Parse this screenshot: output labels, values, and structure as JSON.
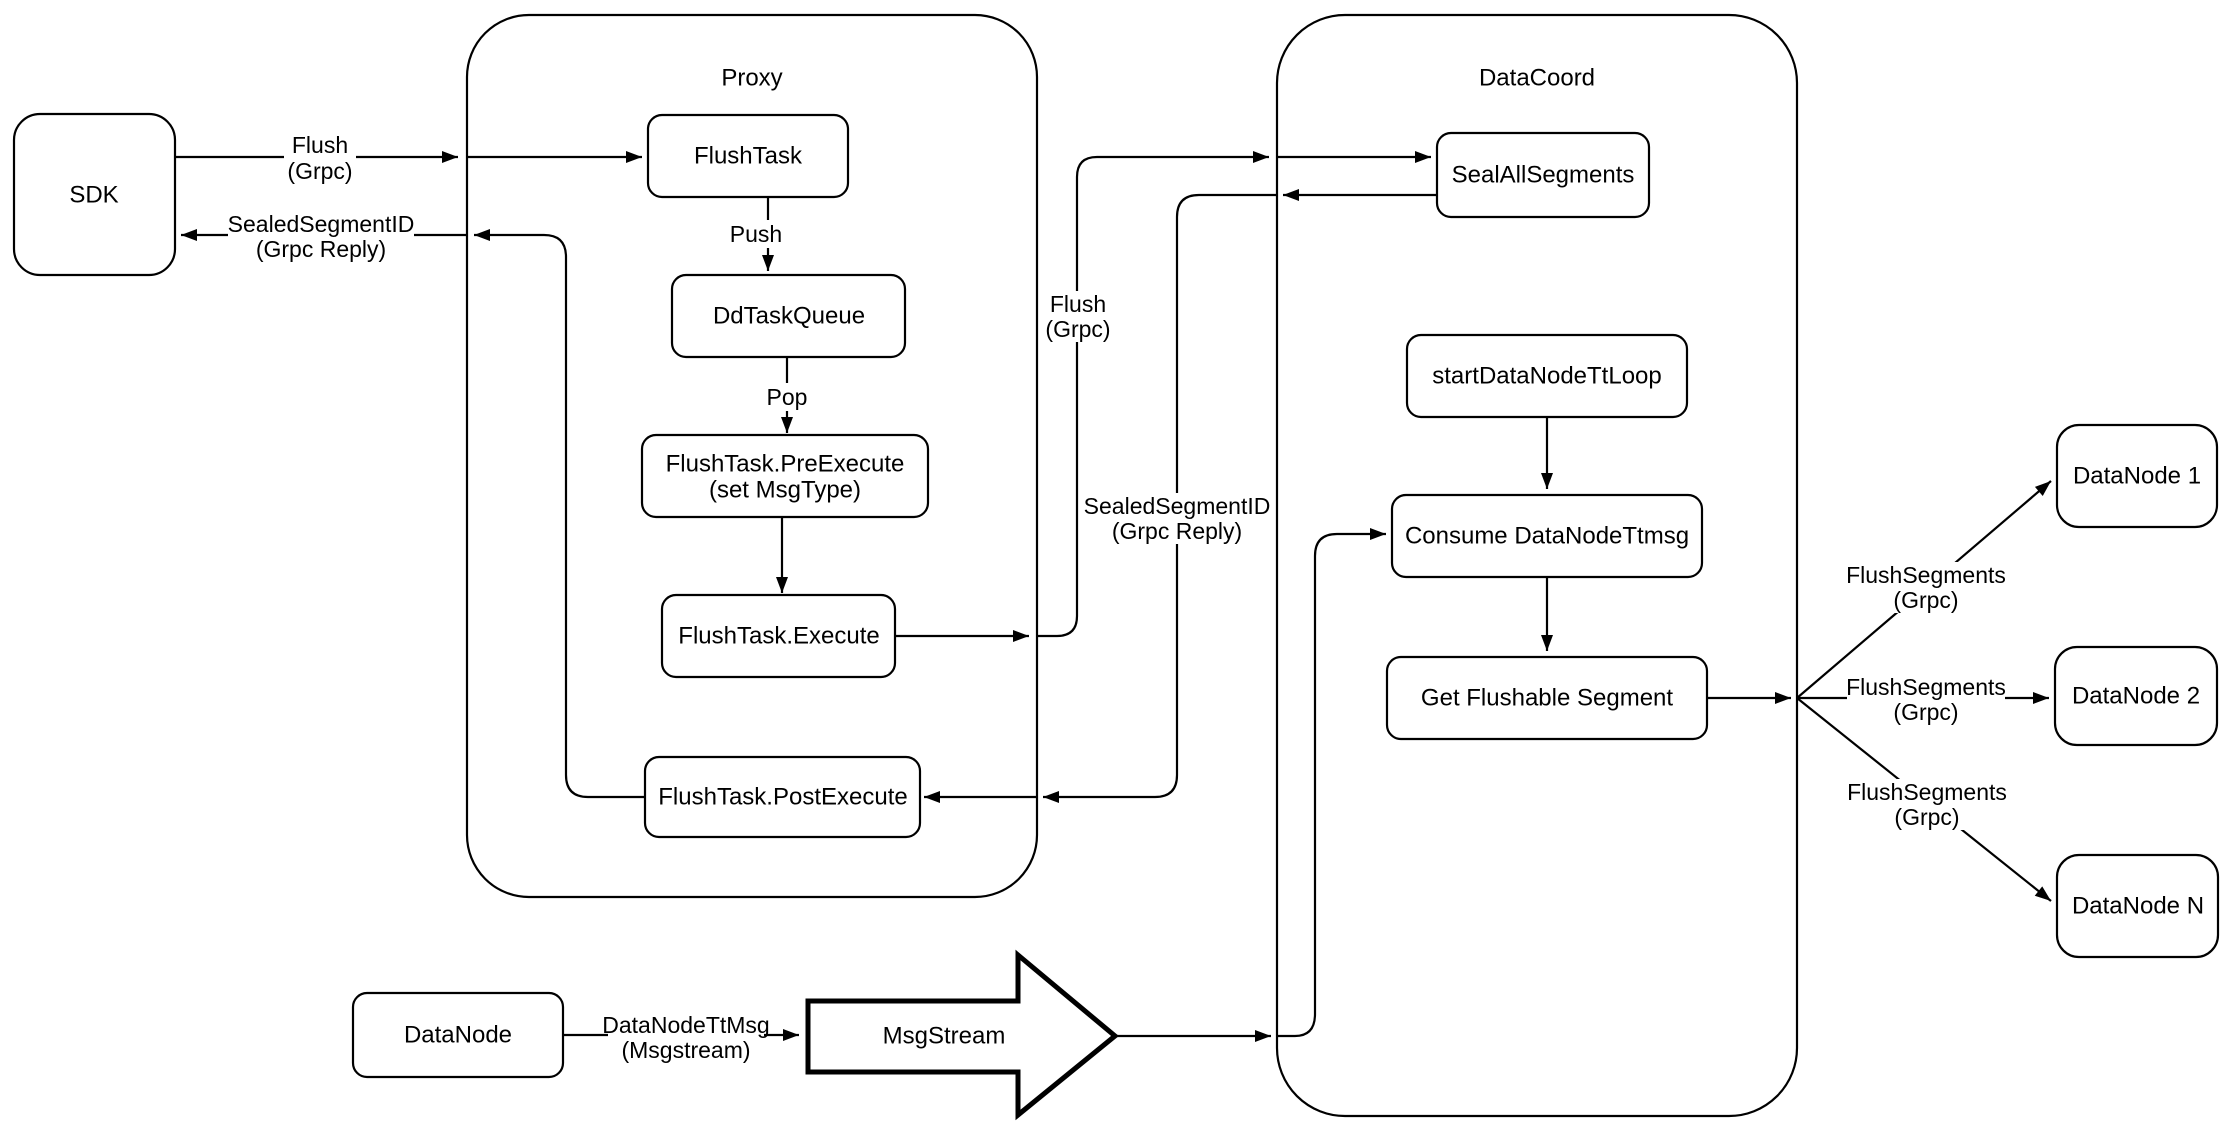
{
  "containers": {
    "proxy": {
      "title": "Proxy"
    },
    "datacoord": {
      "title": "DataCoord"
    }
  },
  "nodes": {
    "sdk": "SDK",
    "flush_task": "FlushTask",
    "dd_task_queue": "DdTaskQueue",
    "pre_execute": [
      "FlushTask.PreExecute",
      "(set MsgType)"
    ],
    "execute": "FlushTask.Execute",
    "post_execute": "FlushTask.PostExecute",
    "seal_all_segments": "SealAllSegments",
    "start_datanode_tt_loop": "startDataNodeTtLoop",
    "consume_datanode_ttmsg": "Consume DataNodeTtmsg",
    "get_flushable_segment": "Get Flushable Segment",
    "datanode_1": "DataNode 1",
    "datanode_2": "DataNode 2",
    "datanode_n": "DataNode N",
    "datanode": "DataNode",
    "msgstream": "MsgStream"
  },
  "edge_labels": {
    "flush_grpc_sdk": [
      "Flush",
      "(Grpc)"
    ],
    "sealed_segment_id_sdk": [
      "SealedSegmentID",
      "(Grpc Reply)"
    ],
    "push": "Push",
    "pop": "Pop",
    "flush_grpc_mid": [
      "Flush",
      "(Grpc)"
    ],
    "sealed_segment_id_mid": [
      "SealedSegmentID",
      "(Grpc Reply)"
    ],
    "flush_segments_1": [
      "FlushSegments",
      "(Grpc)"
    ],
    "flush_segments_2": [
      "FlushSegments",
      "(Grpc)"
    ],
    "flush_segments_3": [
      "FlushSegments",
      "(Grpc)"
    ],
    "datanode_tt_msg": [
      "DataNodeTtMsg",
      "(Msgstream)"
    ]
  },
  "colors": {
    "stroke": "#000000",
    "node_fill": "#ffffff",
    "background": "#ffffff"
  }
}
